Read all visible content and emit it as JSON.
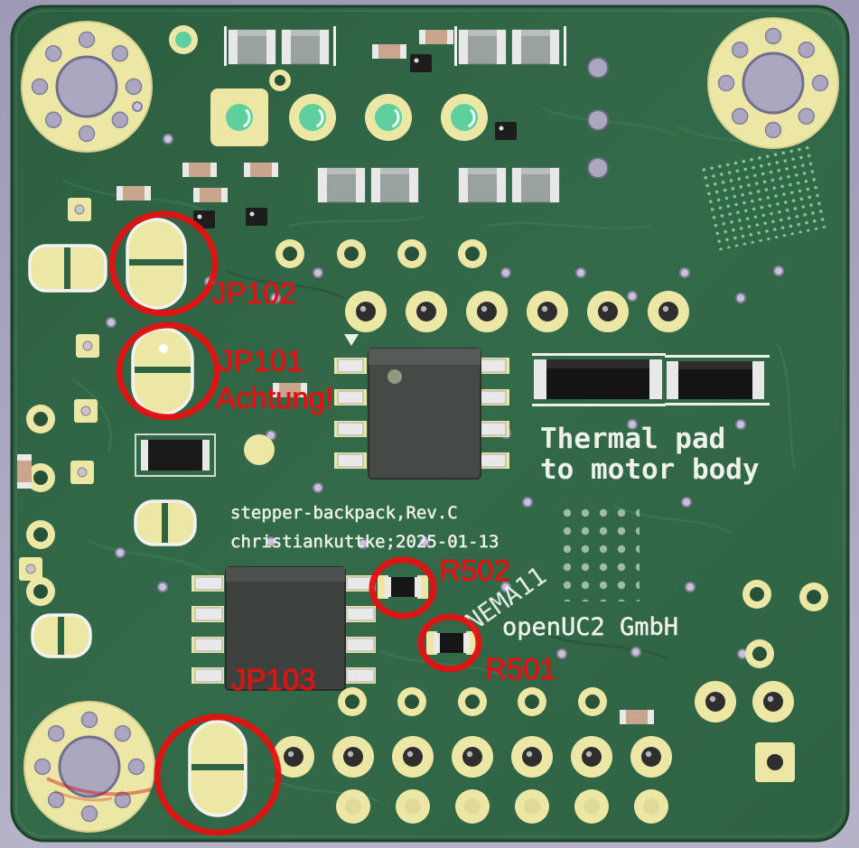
{
  "silkscreen": {
    "thermal_line1": "Thermal pad",
    "thermal_line2": "to motor body",
    "board_title": "stepper-backpack,Rev.C",
    "author_date": "christiankuttke;2025-01-13",
    "motor_size": "NEMA11",
    "company": "openUC2 GmbH"
  },
  "annotations": {
    "jp102_label": "JP102",
    "jp101_label": "JP101",
    "warning_label": "Achtung!",
    "r502_label": "R502",
    "r501_label": "R501",
    "jp103_label": "JP103"
  },
  "colors": {
    "background": "#a8a4c0",
    "board_green": "#2e6243",
    "pad_yellow": "#ece7a4",
    "silkscreen_white": "#edf1e8",
    "annotation_red": "#e31212"
  }
}
